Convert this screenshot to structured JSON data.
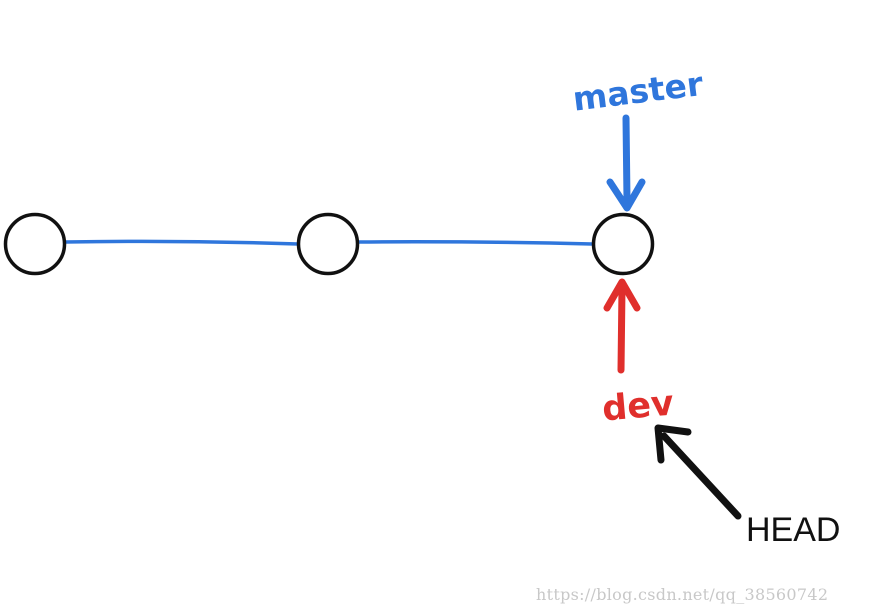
{
  "labels": {
    "master": "master",
    "dev": "dev",
    "head": "HEAD"
  },
  "watermark": "https://blog.csdn.net/qq_38560742",
  "colors": {
    "master": "#2f76dc",
    "dev": "#e02f2c",
    "head": "#111111",
    "commit_line": "#2f76dc",
    "commit_node_fill": "#ffffff",
    "commit_node_stroke": "#111111",
    "watermark": "#c8c8c8"
  },
  "commits": {
    "count": 3
  }
}
